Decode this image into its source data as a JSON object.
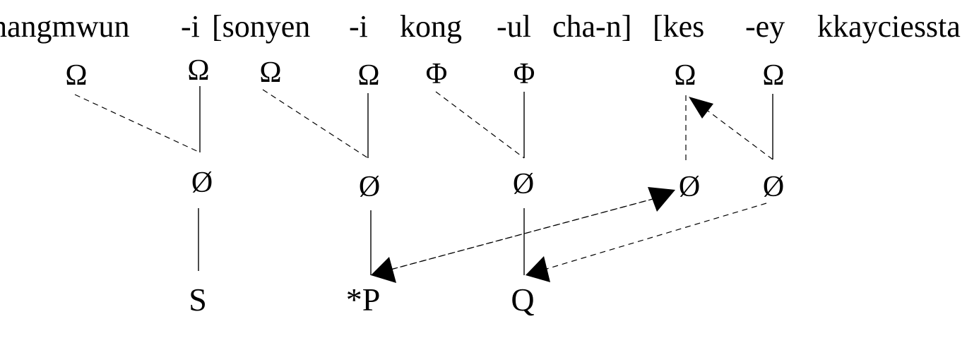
{
  "sentence_tokens": [
    "hangmwun",
    "-i",
    "[sonyen",
    "-i",
    "kong",
    "-ul",
    "cha-n]",
    "[kes",
    "-ey",
    "kkayciessta"
  ],
  "top_symbols": [
    "Ω",
    "Ω",
    "Ω",
    "Ω",
    "Φ",
    "Φ",
    "Ω",
    "Ω"
  ],
  "empty_nodes": [
    "Ø",
    "Ø",
    "Ø",
    "Ø",
    "Ø"
  ],
  "bottom_labels": [
    "S",
    "*P",
    "Q"
  ]
}
